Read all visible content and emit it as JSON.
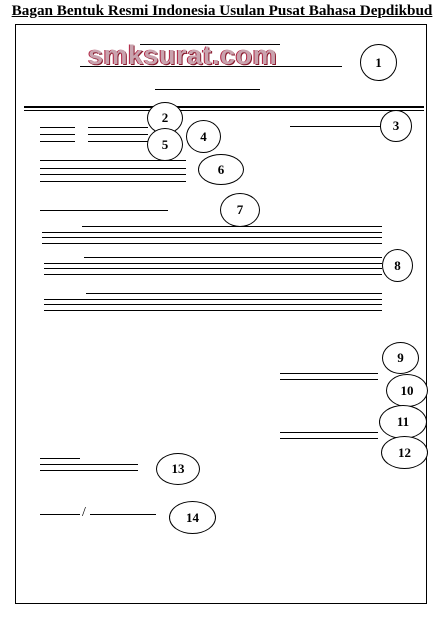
{
  "document": {
    "title": "Bagan Bentuk Resmi Indonesia Usulan Pusat Bahasa Depdikbud",
    "watermark": "smksurat.com",
    "date_separator": "/"
  },
  "markers": [
    "1",
    "2",
    "3",
    "4",
    "5",
    "6",
    "7",
    "8",
    "9",
    "10",
    "11",
    "12",
    "13",
    "14"
  ]
}
